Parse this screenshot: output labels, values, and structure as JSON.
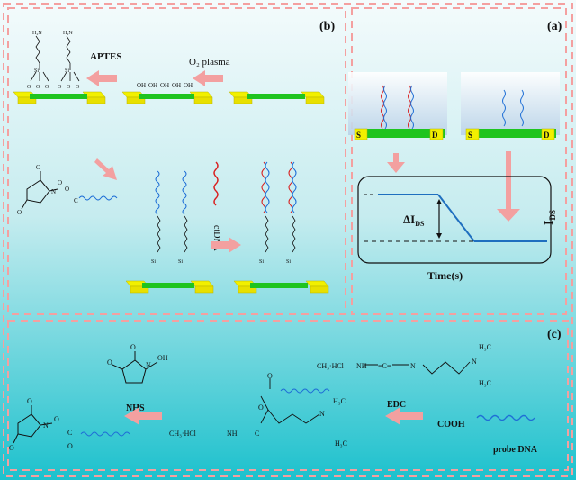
{
  "panels": {
    "b": {
      "label": "(b)",
      "steps": {
        "plasma": "O₂ plasma",
        "silane": "APTES",
        "hybridize": "ctDNA"
      }
    },
    "a": {
      "label": "(a)",
      "source": "S",
      "drain": "D",
      "delta": "ΔI",
      "delta_sub": "DS",
      "yaxis": "I",
      "yaxis_sub": "DS",
      "xaxis": "Time(s)"
    },
    "c": {
      "label": "(c)",
      "probe": "probe DNA",
      "cooh": "COOH",
      "edc": "EDC",
      "nhs": "NHS",
      "h3c": "H₃C",
      "ch3hcl": "CH₃·HCl",
      "oh_groups": "OH"
    }
  },
  "colors": {
    "border": "#f4a0a0",
    "arrow": "#f3a0a0",
    "substrate": "#1fc41f",
    "electrode": "#f2f000",
    "probe_dna": "#1f6fd6",
    "target_dna": "#d92020",
    "curve": "#1f6fbf",
    "bg_top": "#d9eef2",
    "bg_bottom": "#1fc3cf"
  }
}
